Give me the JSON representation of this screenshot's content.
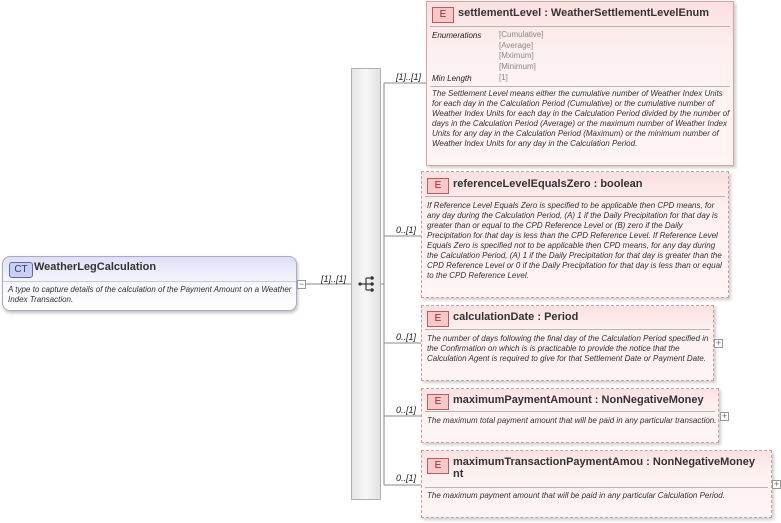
{
  "complex_type": {
    "badge": "CT",
    "name": "WeatherLegCalculation",
    "description": "A type to capture details of the calculation of the Payment Amount on a Weather Index Transaction.",
    "multiplicity": "[1]..[1]"
  },
  "elements": [
    {
      "badge": "E",
      "title": "settlementLevel : WeatherSettlementLevelEnum",
      "multiplicity": "[1]..[1]",
      "facets": {
        "enumerations_label": "Enumerations",
        "enumerations": [
          "[Cumulative]",
          "[Average]",
          "[Mximum]",
          "[Minimum]"
        ],
        "min_length_label": "Min Length",
        "min_length": "[1]"
      },
      "description": "The Settlement Level means either the cumulative number of Weather Index Units for each day in the Calculation Period (Cumulative) or the cumulative number of Weather Index Units for each day in the Calculation Period divided by the number of days in the Calculation Period (Average) or the maximum number of Weather Index Units for any day in the Calculation Period (Maximum) or the minimum number of Weather Index Units for any day in the Calculation Period."
    },
    {
      "badge": "E",
      "title": "referenceLevelEqualsZero : boolean",
      "multiplicity": "0..[1]",
      "description": "If Reference Level Equals Zero is specified to be applicable then CPD means, for any day during the Calculation Period, (A) 1 if the Daily Precipitation for that day is greater than or equal to the CPD Reference Level or (B) zero if the Daily Precipitation for that day is less than the CPD Reference Level. If Reference Level Equals Zero is specified not to be applicable then CPD means, for any day during the Calculation Period, (A) 1 if the Daily Precipitation for that day is greater than the CPD Reference Level or 0 if the Daily Precipitation for that day is less than or equal to the CPD Reference Level."
    },
    {
      "badge": "E",
      "title": "calculationDate : Period",
      "multiplicity": "0..[1]",
      "description": "The number of days following the final day of the Calculation Period specified in the Confirmation on which is is practicable to provide the notice that the Calculation Agent is required to give for that Settlement Date or Payment Date."
    },
    {
      "badge": "E",
      "title": "maximumPaymentAmount : NonNegativeMoney",
      "multiplicity": "0..[1]",
      "description": "The maximum total payment amount that will be paid in any particular transaction."
    },
    {
      "badge": "E",
      "title_line1": "maximumTransactionPaymentAmou : NonNegativeMoney",
      "title_line2": "nt",
      "multiplicity": "0..[1]",
      "description": "The maximum payment amount that will be paid in any particular Calculation Period."
    }
  ],
  "expander_symbols": {
    "collapse": "−",
    "expand": "+"
  }
}
